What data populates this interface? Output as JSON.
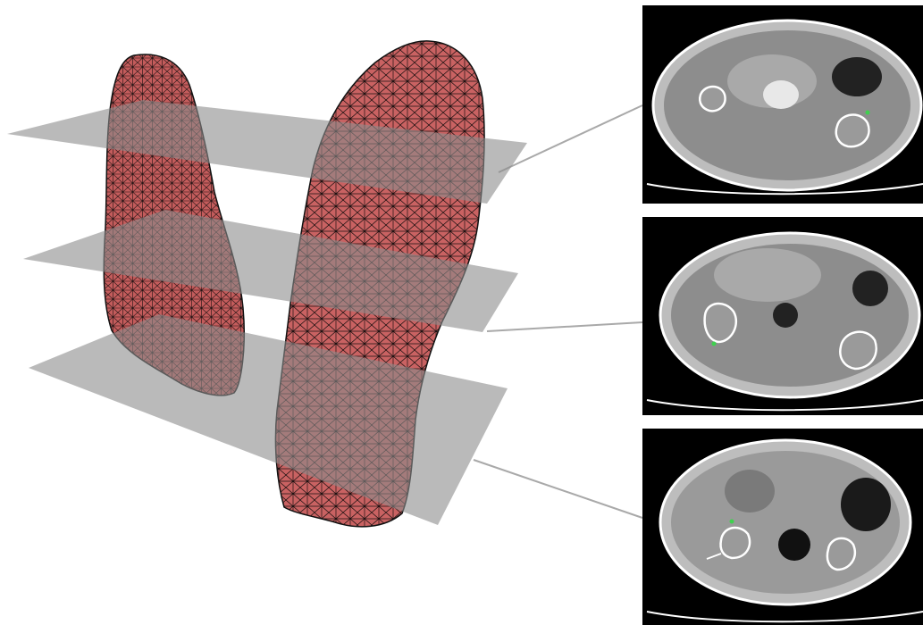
{
  "figure": {
    "background_color": "#ffffff",
    "mesh_fill_color": "#c96262",
    "mesh_line_color": "#1a1010",
    "plane_color": "#8c8c8c",
    "connector_color": "#a9a9a9",
    "panel_background_color": "#000000",
    "contour_color": "#ffffff",
    "contour_accent_color": "#3fd14f",
    "objects": [
      {
        "kind": "mesh",
        "name": "left-kidney-mesh"
      },
      {
        "kind": "mesh",
        "name": "right-kidney-mesh"
      }
    ],
    "planes": [
      "upper-slice-plane",
      "middle-slice-plane",
      "lower-slice-plane"
    ],
    "panels": [
      {
        "name": "ct-slice-upper",
        "icon": "ct-axial-slice"
      },
      {
        "name": "ct-slice-middle",
        "icon": "ct-axial-slice"
      },
      {
        "name": "ct-slice-lower",
        "icon": "ct-axial-slice"
      }
    ]
  }
}
